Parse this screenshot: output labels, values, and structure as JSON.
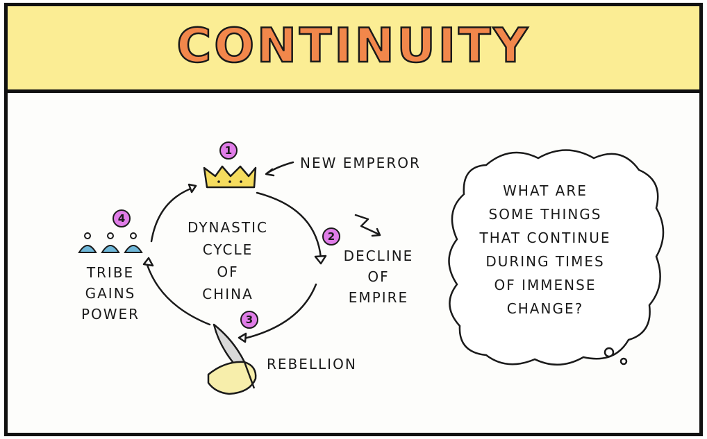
{
  "banner": {
    "title": "CONTINUITY"
  },
  "cycle": {
    "center": [
      "DYNASTIC",
      "CYCLE",
      "OF",
      "CHINA"
    ],
    "steps": [
      {
        "number": "1",
        "label": [
          "NEW EMPEROR"
        ]
      },
      {
        "number": "2",
        "label": [
          "DECLINE",
          "OF",
          "EMPIRE"
        ]
      },
      {
        "number": "3",
        "label": [
          "REBELLION"
        ]
      },
      {
        "number": "4",
        "label": [
          "TRIBE",
          "GAINS",
          "POWER"
        ]
      }
    ]
  },
  "thought": {
    "lines": [
      "WHAT ARE",
      "SOME THINGS",
      "THAT CONTINUE",
      "DURING TIMES",
      "OF IMMENSE",
      "CHANGE?"
    ]
  },
  "colors": {
    "banner": "#fbed94",
    "title": "#f2874b",
    "badge": "#e07de8",
    "crown": "#f5dc5e",
    "tribe": "#6fb7d8",
    "hand": "#f7eeab"
  },
  "icons": [
    "crown-icon",
    "tribe-people-icon",
    "knife-hand-icon",
    "lightning-arrow-icon"
  ]
}
